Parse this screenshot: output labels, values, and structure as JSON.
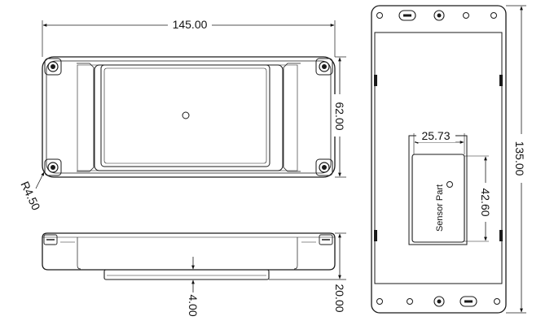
{
  "top_view": {
    "width_label": "145.00",
    "height_label": "62.00",
    "radius_label": "R4.50"
  },
  "side_view": {
    "height_label": "20.00",
    "foot_label": "4.00"
  },
  "bottom_view": {
    "height_label": "135.00",
    "window_width_label": "25.73",
    "window_height_label": "42.60",
    "sensor_label": "Sensor Part"
  }
}
